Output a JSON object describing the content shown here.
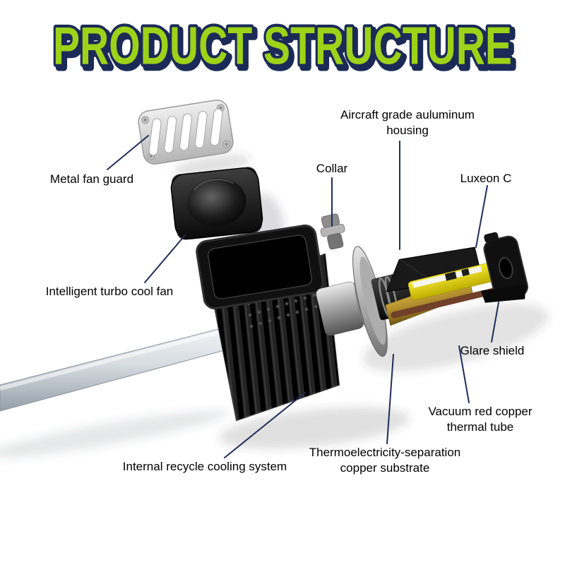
{
  "title": "PRODUCT STRUCTURE",
  "labels": {
    "fan_guard": "Metal fan guard",
    "turbo_fan": "Intelligent turbo cool fan",
    "collar": "Collar",
    "housing": "Aircraft grade auluminum housing",
    "luxeon": "Luxeon C",
    "glare_shield": "Glare shield",
    "thermal_tube": "Vacuum red copper thermal tube",
    "copper_substrate": "Thermoelectricity-separation copper substrate",
    "cooling_system": "Internal recycle cooling system"
  },
  "colors": {
    "background": "#FFFFFF",
    "title_fill": "#9CD318",
    "title_outline": "#1B2A57",
    "leader_line": "#1E2D5A",
    "label_text": "#000000",
    "pcb_yellow": "#E8D820",
    "substrate_gold": "#B8962F",
    "metal_gray": "#C9CED4"
  }
}
